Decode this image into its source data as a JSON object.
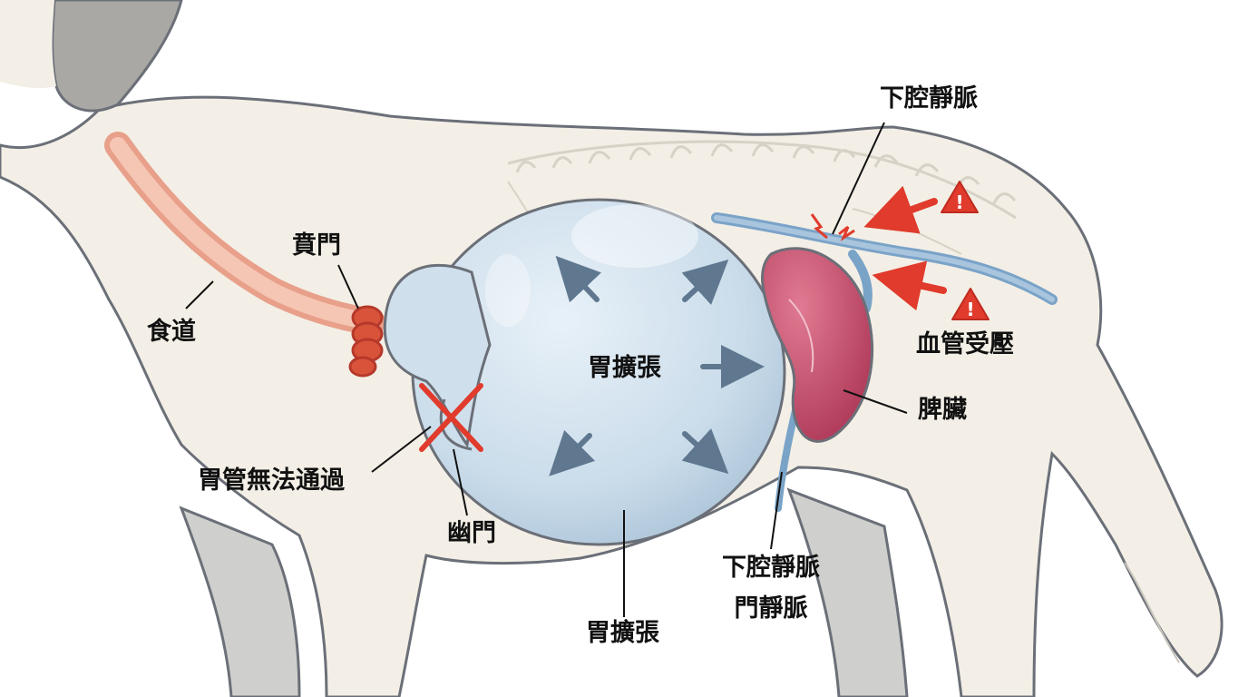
{
  "labels": {
    "esophagus": "食道",
    "cardia": "賁門",
    "pylorus": "幽門",
    "tube_blocked": "胃管無法通過",
    "gastric_dilation_center": "胃擴張",
    "gastric_dilation_bottom": "胃擴張",
    "caudal_vena_cava_top": "下腔靜脈",
    "vessel_compression": "血管受壓",
    "spleen": "脾臟",
    "caudal_vena_cava_bottom": "下腔靜脈",
    "portal_vein": "門靜脈"
  },
  "colors": {
    "body_fill": "#f3efe6",
    "outline": "#6b6f78",
    "stomach": "#cfe0ec",
    "esophagus": "#f2b6a0",
    "twist_knot": "#d9533b",
    "spleen": "#c24a68",
    "vessel": "#7aa3c8",
    "arrow": "#5f7890",
    "warning": "#e03b2c"
  },
  "icons": [
    "warning-icon",
    "warning-icon",
    "cross-mark-icon",
    "lightning-icon"
  ]
}
